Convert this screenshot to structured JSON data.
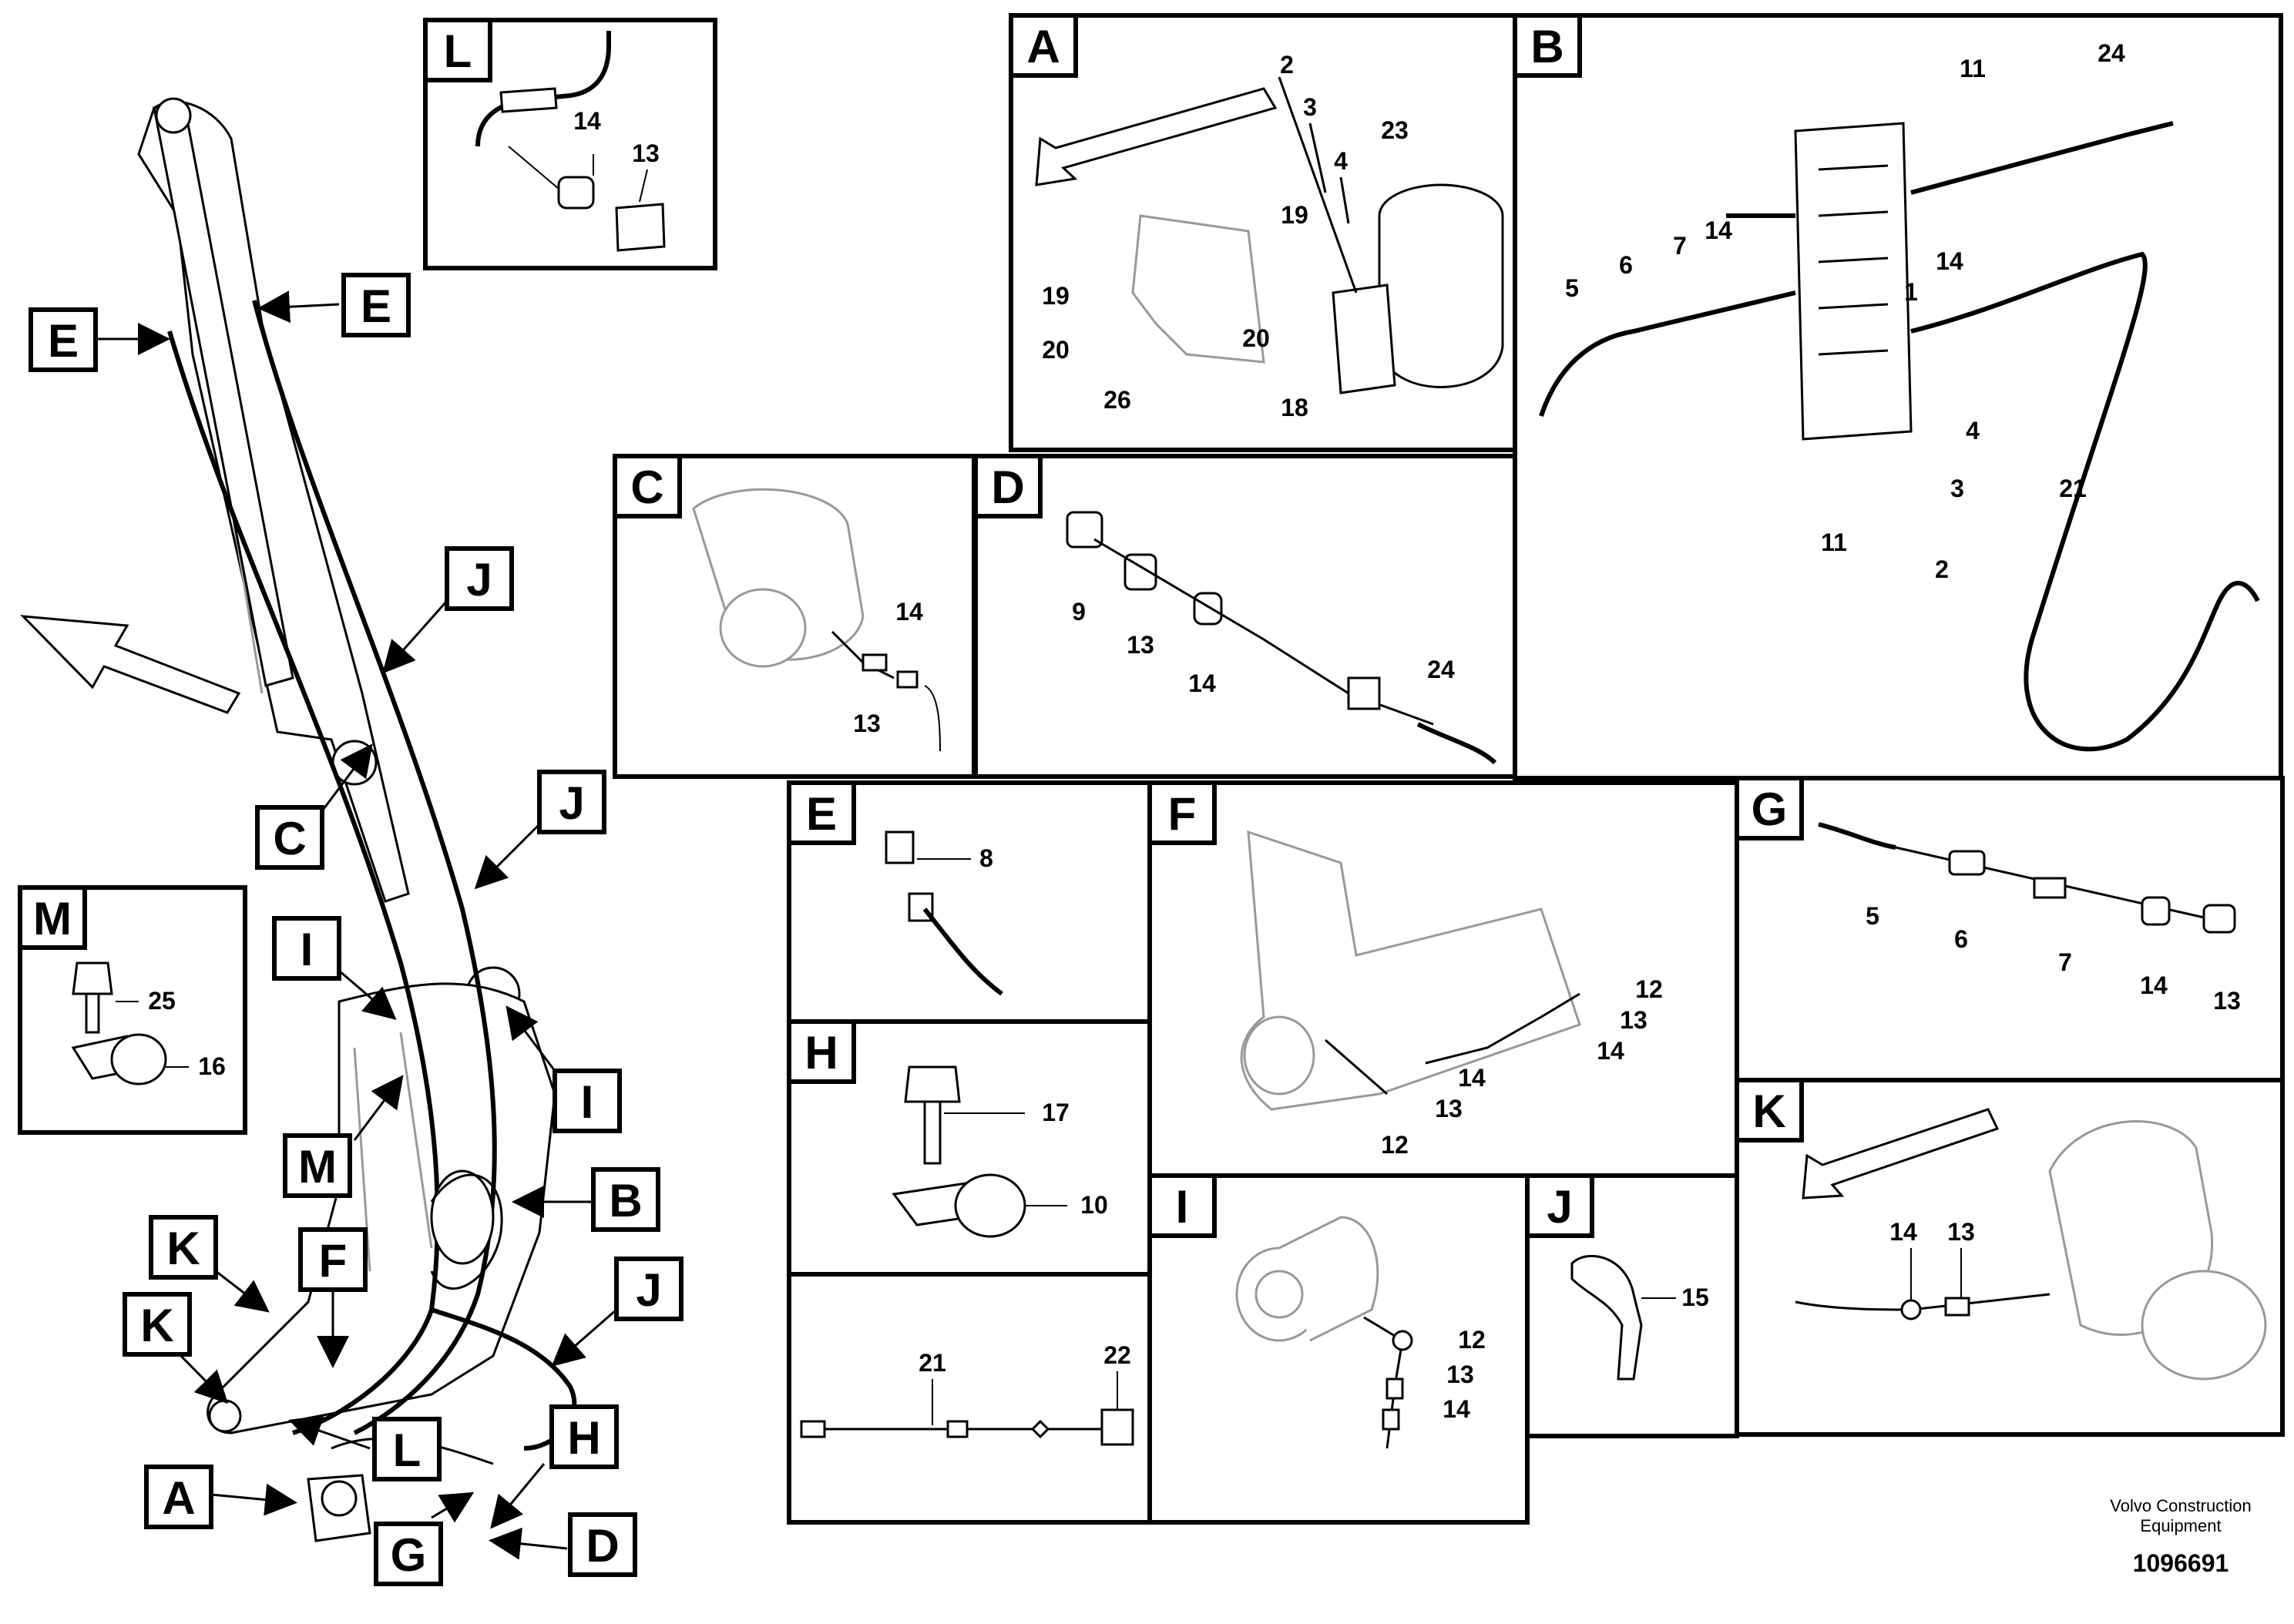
{
  "footer": {
    "brand_line1": "Volvo Construction",
    "brand_line2": "Equipment",
    "doc_number": "1096691"
  },
  "overview": {
    "callouts": [
      "E",
      "E",
      "J",
      "C",
      "J",
      "I",
      "I",
      "M",
      "B",
      "K",
      "F",
      "K",
      "J",
      "L",
      "H",
      "A",
      "G",
      "D"
    ]
  },
  "panels": {
    "L": {
      "letter": "L",
      "labels": [
        "14",
        "13"
      ]
    },
    "A": {
      "letter": "A",
      "labels": [
        "2",
        "3",
        "4",
        "23",
        "19",
        "19",
        "20",
        "20",
        "26",
        "18"
      ]
    },
    "B": {
      "letter": "B",
      "labels": [
        "11",
        "24",
        "14",
        "14",
        "7",
        "6",
        "5",
        "1",
        "4",
        "3",
        "21",
        "11",
        "2"
      ]
    },
    "C": {
      "letter": "C",
      "labels": [
        "14",
        "13"
      ]
    },
    "D": {
      "letter": "D",
      "labels": [
        "9",
        "13",
        "14",
        "24"
      ]
    },
    "E": {
      "letter": "E",
      "labels": [
        "8"
      ]
    },
    "F": {
      "letter": "F",
      "labels": [
        "12",
        "13",
        "14",
        "14",
        "13",
        "12"
      ]
    },
    "G": {
      "letter": "G",
      "labels": [
        "5",
        "6",
        "7",
        "14",
        "13"
      ]
    },
    "M": {
      "letter": "M",
      "labels": [
        "25",
        "16"
      ]
    },
    "H": {
      "letter": "H",
      "labels": [
        "17",
        "10"
      ]
    },
    "WIRE": {
      "labels": [
        "21",
        "22"
      ]
    },
    "I": {
      "letter": "I",
      "labels": [
        "12",
        "13",
        "14"
      ]
    },
    "J": {
      "letter": "J",
      "labels": [
        "15"
      ]
    },
    "K": {
      "letter": "K",
      "labels": [
        "14",
        "13"
      ]
    }
  }
}
